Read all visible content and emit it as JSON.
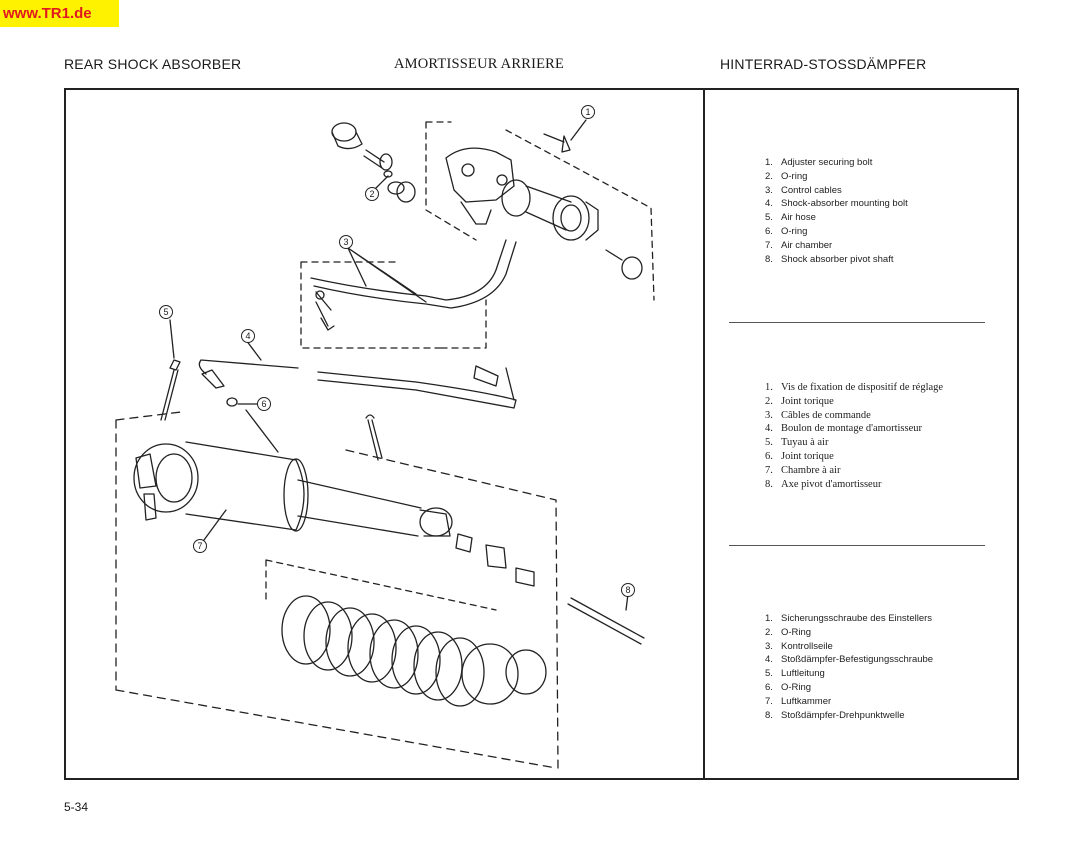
{
  "watermark": "www.TR1.de",
  "headers": {
    "en": "REAR SHOCK ABSORBER",
    "fr": "AMORTISSEUR ARRIERE",
    "de": "HINTERRAD-STOSSDÄMPFER"
  },
  "callouts": [
    "1",
    "2",
    "3",
    "4",
    "5",
    "6",
    "7",
    "8"
  ],
  "legend_en": [
    {
      "n": "1.",
      "t": "Adjuster securing bolt"
    },
    {
      "n": "2.",
      "t": "O-ring"
    },
    {
      "n": "3.",
      "t": "Control cables"
    },
    {
      "n": "4.",
      "t": "Shock-absorber mounting bolt"
    },
    {
      "n": "5.",
      "t": "Air hose"
    },
    {
      "n": "6.",
      "t": "O-ring"
    },
    {
      "n": "7.",
      "t": "Air chamber"
    },
    {
      "n": "8.",
      "t": "Shock absorber pivot shaft"
    }
  ],
  "legend_fr": [
    {
      "n": "1.",
      "t": "Vis de fixation de dispositif de réglage"
    },
    {
      "n": "2.",
      "t": "Joint torique"
    },
    {
      "n": "3.",
      "t": "Câbles de commande"
    },
    {
      "n": "4.",
      "t": "Boulon de montage d'amortisseur"
    },
    {
      "n": "5.",
      "t": "Tuyau à air"
    },
    {
      "n": "6.",
      "t": "Joint torique"
    },
    {
      "n": "7.",
      "t": "Chambre à air"
    },
    {
      "n": "8.",
      "t": "Axe pivot d'amortisseur"
    }
  ],
  "legend_de": [
    {
      "n": "1.",
      "t": "Sicherungsschraube des Einstellers"
    },
    {
      "n": "2.",
      "t": "O-Ring"
    },
    {
      "n": "3.",
      "t": "Kontrollseile"
    },
    {
      "n": "4.",
      "t": "Stoßdämpfer-Befestigungsschraube"
    },
    {
      "n": "5.",
      "t": "Luftleitung"
    },
    {
      "n": "6.",
      "t": "O-Ring"
    },
    {
      "n": "7.",
      "t": "Luftkammer"
    },
    {
      "n": "8.",
      "t": "Stoßdämpfer-Drehpunktwelle"
    }
  ],
  "page_number": "5-34"
}
